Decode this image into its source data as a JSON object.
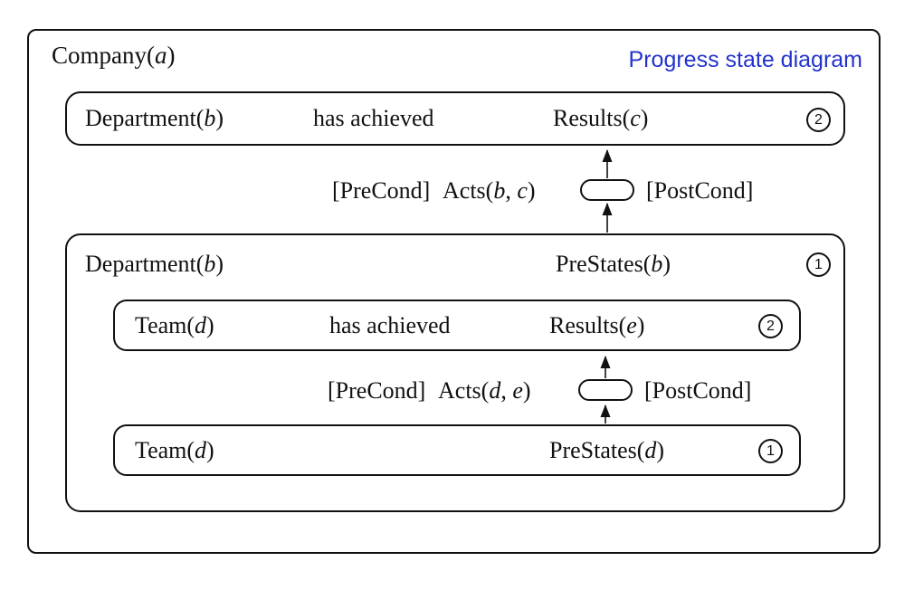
{
  "colors": {
    "ink": "#111111",
    "accent_blue": "#2433cc"
  },
  "title": {
    "text": "Progress state diagram"
  },
  "company": {
    "label": "Company(a)"
  },
  "dept_results": {
    "entity": "Department(b)",
    "relation": "has achieved",
    "result": "Results(c)",
    "badge": "2"
  },
  "acts_dept": {
    "pre": "[PreCond]",
    "label": "Acts(b, c)",
    "post": "[PostCond]"
  },
  "dept_prestates": {
    "entity": "Department(b)",
    "state": "PreStates(b)",
    "badge": "1"
  },
  "team_results": {
    "entity": "Team(d)",
    "relation": "has achieved",
    "result": "Results(e)",
    "badge": "2"
  },
  "acts_team": {
    "pre": "[PreCond]",
    "label": "Acts(d, e)",
    "post": "[PostCond]"
  },
  "team_prestates": {
    "entity": "Team(d)",
    "state": "PreStates(d)",
    "badge": "1"
  }
}
